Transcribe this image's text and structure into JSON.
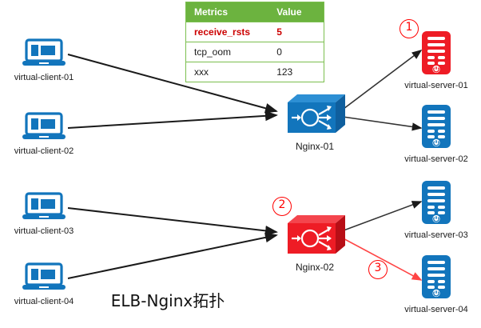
{
  "diagram": {
    "title": "ELB-Nginx拓扑",
    "colors": {
      "blue": "#1275bc",
      "red": "#ee1c25",
      "green_header": "#6cb33f",
      "green_border": "#7bbf4f",
      "alert_red": "#cc0000",
      "link_black": "#1a1a1a",
      "link_red": "#ff4444"
    }
  },
  "metrics_table": {
    "headers": [
      "Metrics",
      "Value"
    ],
    "rows": [
      {
        "metric": "receive_rsts",
        "value": "5",
        "highlight": true
      },
      {
        "metric": "tcp_oom",
        "value": "0",
        "highlight": false
      },
      {
        "metric": "xxx",
        "value": "123",
        "highlight": false
      }
    ]
  },
  "clients": [
    {
      "id": "client-01",
      "label": "virtual-client-01",
      "icon": "laptop-icon",
      "color": "blue"
    },
    {
      "id": "client-02",
      "label": "virtual-client-02",
      "icon": "laptop-icon",
      "color": "blue"
    },
    {
      "id": "client-03",
      "label": "virtual-client-03",
      "icon": "laptop-icon",
      "color": "blue"
    },
    {
      "id": "client-04",
      "label": "virtual-client-04",
      "icon": "laptop-icon",
      "color": "blue"
    }
  ],
  "load_balancers": [
    {
      "id": "nginx-01",
      "label": "Nginx-01",
      "icon": "switch-icon",
      "color": "blue"
    },
    {
      "id": "nginx-02",
      "label": "Nginx-02",
      "icon": "switch-icon",
      "color": "red"
    }
  ],
  "servers": [
    {
      "id": "server-01",
      "label": "virtual-server-01",
      "icon": "server-icon",
      "color": "red"
    },
    {
      "id": "server-02",
      "label": "virtual-server-02",
      "icon": "server-icon",
      "color": "blue"
    },
    {
      "id": "server-03",
      "label": "virtual-server-03",
      "icon": "server-icon",
      "color": "blue"
    },
    {
      "id": "server-04",
      "label": "virtual-server-04",
      "icon": "server-icon",
      "color": "blue"
    }
  ],
  "annotations": [
    {
      "id": "badge-1",
      "label": "①",
      "text": "1",
      "near": "virtual-server-01"
    },
    {
      "id": "badge-2",
      "label": "②",
      "text": "2",
      "near": "Nginx-02"
    },
    {
      "id": "badge-3",
      "label": "③",
      "text": "3",
      "near": "virtual-server-04"
    }
  ]
}
